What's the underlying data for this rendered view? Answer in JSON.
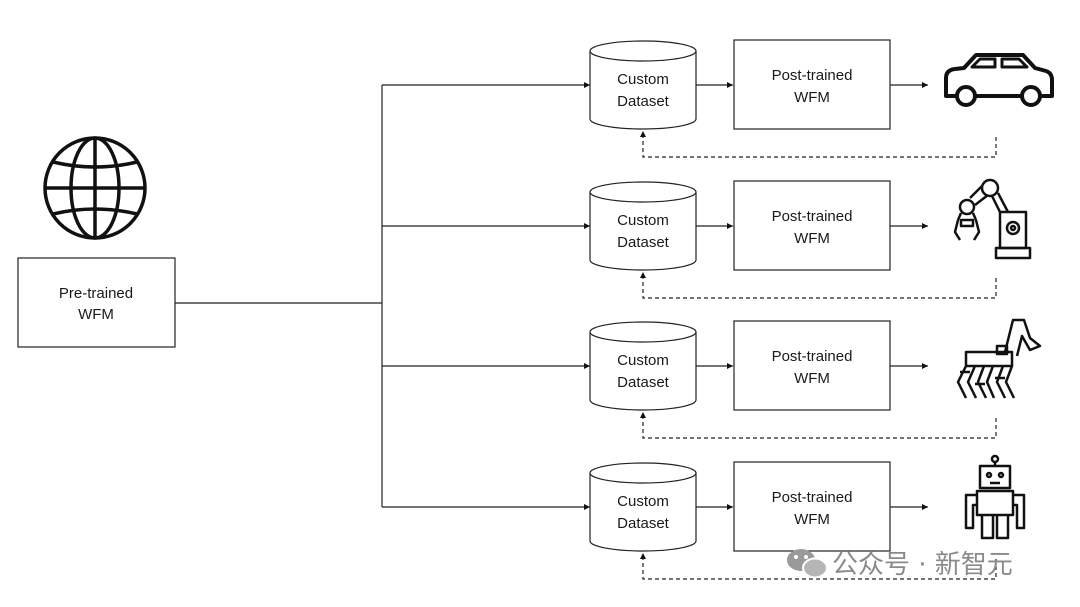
{
  "source": {
    "icon": "globe-icon",
    "label_line1": "Pre-trained",
    "label_line2": "WFM"
  },
  "branches": [
    {
      "dataset_line1": "Custom",
      "dataset_line2": "Dataset",
      "model_line1": "Post-trained",
      "model_line2": "WFM",
      "target_icon": "car-icon"
    },
    {
      "dataset_line1": "Custom",
      "dataset_line2": "Dataset",
      "model_line1": "Post-trained",
      "model_line2": "WFM",
      "target_icon": "robot-arm-icon"
    },
    {
      "dataset_line1": "Custom",
      "dataset_line2": "Dataset",
      "model_line1": "Post-trained",
      "model_line2": "WFM",
      "target_icon": "quadruped-robot-icon"
    },
    {
      "dataset_line1": "Custom",
      "dataset_line2": "Dataset",
      "model_line1": "Post-trained",
      "model_line2": "WFM",
      "target_icon": "humanoid-robot-icon"
    }
  ],
  "watermark": {
    "icon": "wechat-icon",
    "text": "公众号 · 新智元"
  }
}
